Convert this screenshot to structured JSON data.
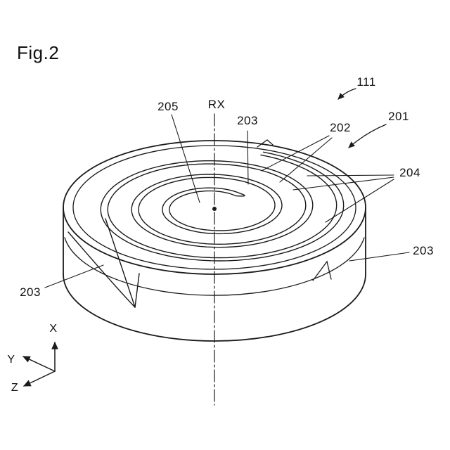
{
  "figure": {
    "title": "Fig.2"
  },
  "refs": {
    "r111": "111",
    "r201": "201",
    "r202": "202",
    "r203_top": "203",
    "r203_right": "203",
    "r203_left": "203",
    "r204": "204",
    "r205": "205",
    "rx": "RX"
  },
  "axes": {
    "x": "X",
    "y": "Y",
    "z": "Z"
  },
  "colors": {
    "line": "#1a1a1a",
    "background": "#ffffff"
  }
}
